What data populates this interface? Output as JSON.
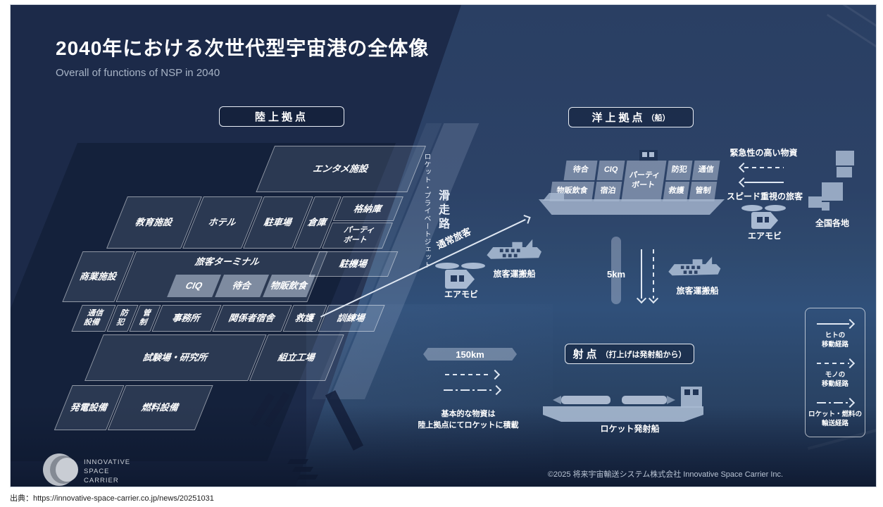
{
  "title": {
    "main": "2040年における次世代型宇宙港の全体像",
    "sub": "Overall of functions of NSP in 2040"
  },
  "headers": {
    "land": "陸上拠点",
    "sea": "洋上拠点",
    "sea_note": "（船）",
    "launch": "射点",
    "launch_note": "（打上げは発射船から）"
  },
  "land": {
    "entertainment": "エンタメ施設",
    "education": "教育施設",
    "hotel": "ホテル",
    "parking": "駐車場",
    "warehouse": "倉庫",
    "hangar": "格納庫",
    "party_boat": "パーティ\nボート",
    "commercial": "商業施設",
    "terminal": "旅客ターミナル",
    "ciq": "CIQ",
    "waiting": "待合",
    "shops": "物販飲食",
    "apron": "駐機場",
    "comms": "通信\n設備",
    "security": "防\n犯",
    "control": "管\n制",
    "office": "事務所",
    "staff_dorm": "関係者宿舎",
    "rescue": "救護",
    "training": "訓練場",
    "test_research": "試験場・研究所",
    "assembly": "組立工場",
    "power": "発電設備",
    "fuel": "燃料設備"
  },
  "ship": {
    "waiting": "待合",
    "ciq": "CIQ",
    "party_boat": "パーティ\nボート",
    "security": "防犯",
    "comms": "通信",
    "shops": "物販飲食",
    "lodging": "宿泊",
    "rescue": "救護",
    "control": "管制"
  },
  "middle": {
    "runway": "滑走路",
    "rocket_jet": "ロケット・プライベートジェット",
    "normal_passenger": "通常旅客",
    "air_mobility": "エアモビ",
    "passenger_ship": "旅客運搬船",
    "distance_sea": "5km",
    "distance_launch": "150km",
    "launch_ship": "ロケット発射船",
    "cargo_note": "基本的な物資は\n陸上拠点にてロケットに積載"
  },
  "right": {
    "urgent_cargo": "緊急性の高い物資",
    "speed_passenger": "スピード重視の旅客",
    "air_mobility": "エアモビ",
    "nationwide": "全国各地"
  },
  "legend": {
    "items": [
      {
        "style": "solid",
        "label": "ヒトの\n移動経路"
      },
      {
        "style": "dashed",
        "label": "モノの\n移動経路"
      },
      {
        "style": "dashdot",
        "label": "ロケット・燃料の\n輸送経路"
      }
    ]
  },
  "footer": {
    "logo_lines": [
      "INNOVATIVE",
      "SPACE",
      "CARRIER"
    ],
    "copyright": "©2025 将来宇宙輸送システム株式会社  Innovative Space Carrier Inc."
  },
  "caption": "出典：https://innovative-space-carrier.co.jp/news/20251031",
  "colors": {
    "background": "#1C2A49",
    "sea_panel": "#2C4267",
    "silhouette": "#A9BAD2",
    "cell_light": "#D2DDEE",
    "text": "#FFFFFF"
  }
}
